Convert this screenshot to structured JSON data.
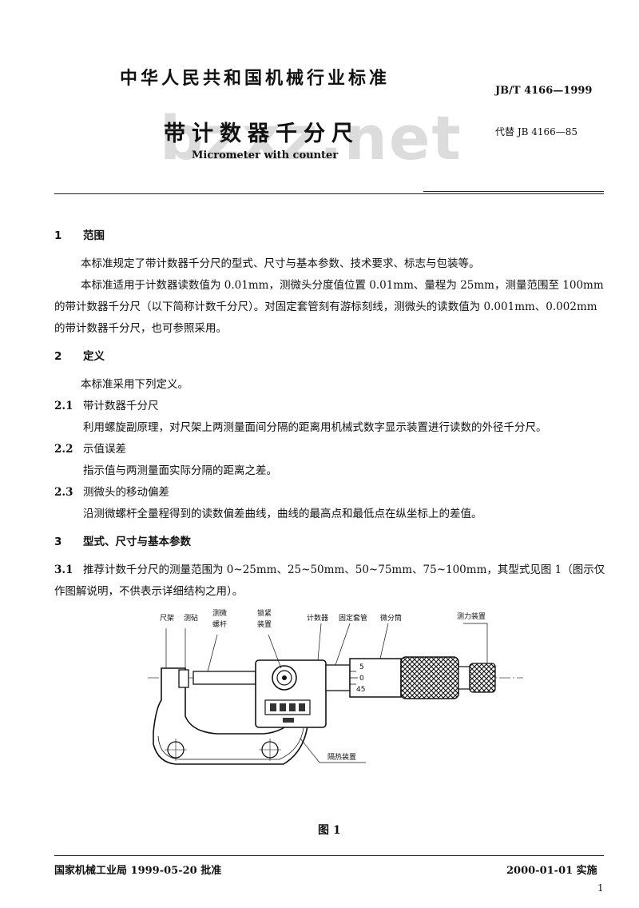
{
  "header": {
    "org": "中华人民共和国机械行业标准",
    "code": "JB/T 4166—1999",
    "title": "带计数器千分尺",
    "replace": "代替 JB 4166—85",
    "english_title": "Micrometer with counter",
    "watermark": "bzxz.net"
  },
  "sections": {
    "s1": {
      "num": "1",
      "title": "范围",
      "p1": "本标准规定了带计数器千分尺的型式、尺寸与基本参数、技术要求、标志与包装等。",
      "p2": "本标准适用于计数器读数值为 0.01mm，测微头分度值位置 0.01mm、量程为 25mm，测量范围至 100mm 的带计数器千分尺（以下简称计数千分尺）。对固定套管刻有游标刻线，测微头的读数值为 0.001mm、0.002mm 的带计数器千分尺，也可参照采用。"
    },
    "s2": {
      "num": "2",
      "title": "定义",
      "p1": "本标准采用下列定义。",
      "d1_num": "2.1",
      "d1_title": "带计数器千分尺",
      "d1_text": "利用螺旋副原理，对尺架上两测量面间分隔的距离用机械式数字显示装置进行读数的外径千分尺。",
      "d2_num": "2.2",
      "d2_title": "示值误差",
      "d2_text": "指示值与两测量面实际分隔的距离之差。",
      "d3_num": "2.3",
      "d3_title": "测微头的移动偏差",
      "d3_text": "沿测微螺杆全量程得到的读数偏差曲线，曲线的最高点和最低点在纵坐标上的差值。"
    },
    "s3": {
      "num": "3",
      "title": "型式、尺寸与基本参数",
      "p1_num": "3.1",
      "p1_text": "推荐计数千分尺的测量范围为 0~25mm、25~50mm、50~75mm、75~100mm，其型式见图 1（图示仅作图解说明，不供表示详细结构之用）。"
    }
  },
  "figure": {
    "labels": {
      "l1": "尺架",
      "l2": "测砧",
      "l3a": "测微",
      "l3b": "螺杆",
      "l4a": "锁紧",
      "l4b": "装置",
      "l5": "计数器",
      "l6": "固定套管",
      "l7": "微分筒",
      "l8": "测力装置",
      "l9": "隔热装置"
    },
    "scale_top": "5",
    "scale_mid": "0",
    "scale_bot": "45",
    "caption": "图 1"
  },
  "footer": {
    "left": "国家机械工业局 1999-05-20 批准",
    "right": "2000-01-01 实施",
    "page": "1"
  }
}
